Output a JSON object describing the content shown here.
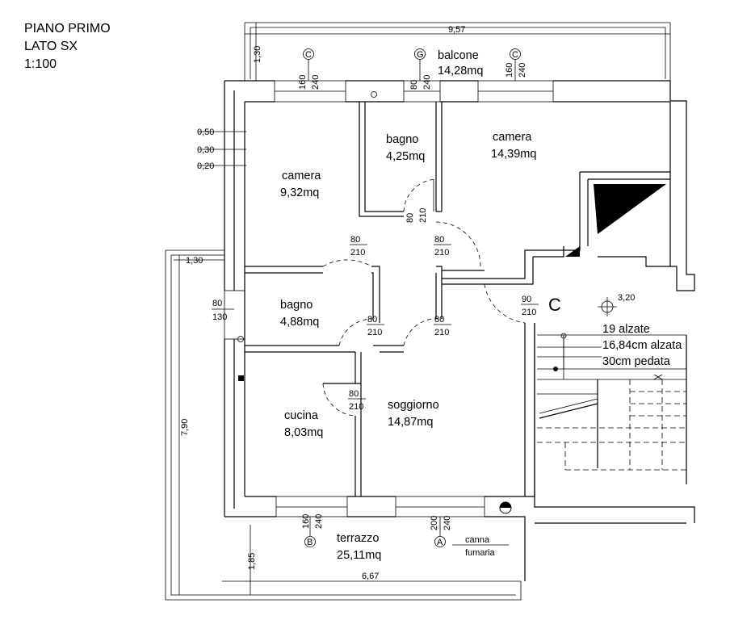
{
  "header": {
    "line1": "PIANO PRIMO",
    "line2": "LATO SX",
    "scale": "1:100"
  },
  "rooms": {
    "balcone": {
      "name": "balcone",
      "area": "14,28mq"
    },
    "camera_left": {
      "name": "camera",
      "area": "9,32mq"
    },
    "bagno_top": {
      "name": "bagno",
      "area": "4,25mq"
    },
    "camera_right": {
      "name": "camera",
      "area": "14,39mq"
    },
    "bagno_mid": {
      "name": "bagno",
      "area": "4,88mq"
    },
    "cucina": {
      "name": "cucina",
      "area": "8,03mq"
    },
    "soggiorno": {
      "name": "soggiorno",
      "area": "14,87mq"
    },
    "terrazzo": {
      "name": "terrazzo",
      "area": "25,11mq"
    }
  },
  "stairs": {
    "line1": "19 alzate",
    "line2": "16,84cm alzata",
    "line3": "30cm pedata",
    "dim": "3,20"
  },
  "dimensions": {
    "balcone_width": "9,57",
    "balcone_depth": "1,30",
    "wall_050": "0,50",
    "wall_030": "0,30",
    "wall_020": "0,20",
    "left_130": "1,30",
    "left_height": "7,90",
    "terrace_depth": "1,85",
    "terrace_width": "6,67"
  },
  "window_marks": {
    "w1a": "160",
    "w1b": "240",
    "w2a": "80",
    "w2b": "240",
    "w3a": "160",
    "w3b": "240",
    "w4a": "80",
    "w4b": "130",
    "w5a": "160",
    "w5b": "240",
    "w6a": "200",
    "w6b": "240"
  },
  "door_marks": {
    "d1a": "80",
    "d1b": "210",
    "d2a": "80",
    "d2b": "210",
    "d3a": "80",
    "d3b": "210",
    "d4a": "80",
    "d4b": "210",
    "d5a": "80",
    "d5b": "210",
    "d6a": "90",
    "d6b": "210",
    "d7a": "80",
    "d7b": "210"
  },
  "type_letters": {
    "c1": "C",
    "g1": "G",
    "c2": "C",
    "big_c": "C",
    "b1": "B",
    "a1": "A"
  },
  "labels": {
    "canna1": "canna",
    "canna2": "fumaria"
  }
}
